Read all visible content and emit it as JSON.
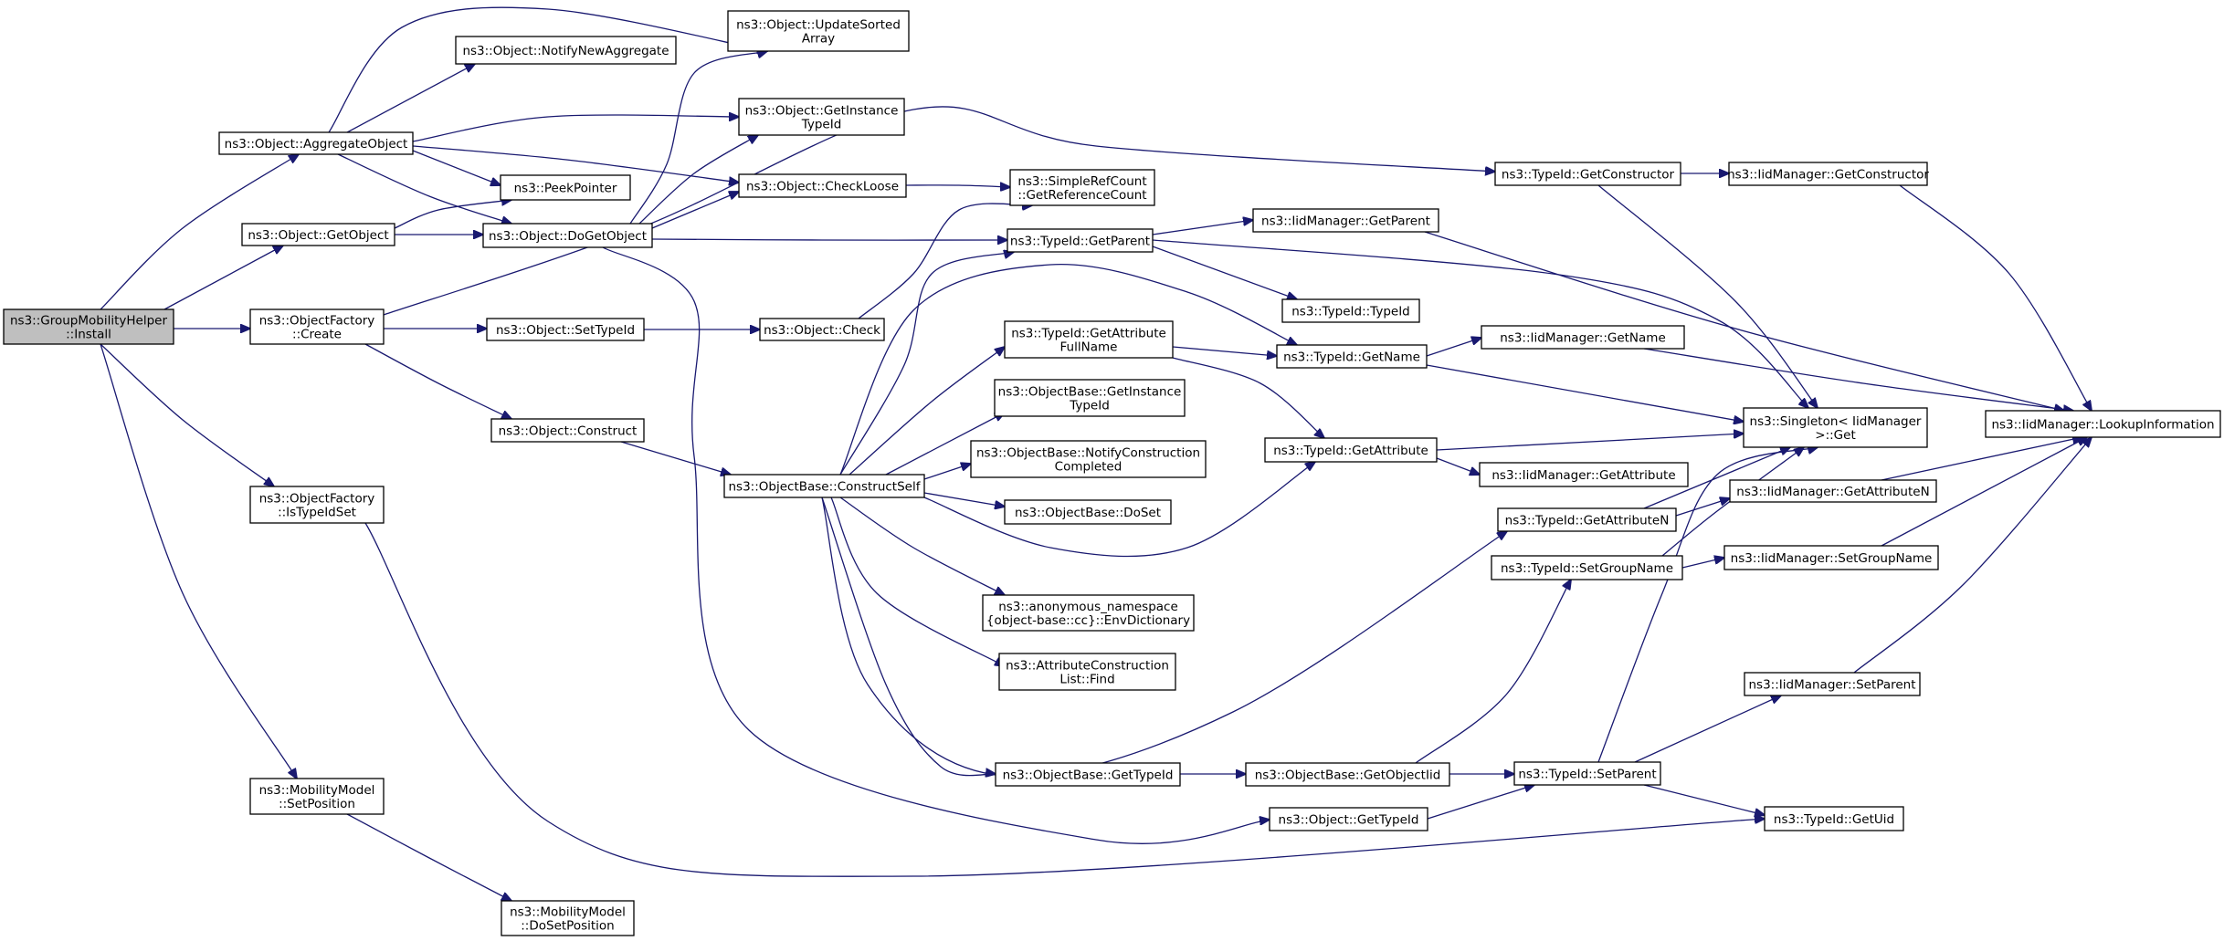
{
  "nodes": [
    {
      "id": "gmh_install",
      "lines": [
        "ns3::GroupMobilityHelper",
        "::Install"
      ],
      "root": true
    },
    {
      "id": "obj_aggregate",
      "lines": [
        "ns3::Object::AggregateObject"
      ]
    },
    {
      "id": "obj_getobject",
      "lines": [
        "ns3::Object::GetObject"
      ]
    },
    {
      "id": "of_create",
      "lines": [
        "ns3::ObjectFactory",
        "::Create"
      ]
    },
    {
      "id": "of_istypeidset",
      "lines": [
        "ns3::ObjectFactory",
        "::IsTypeIdSet"
      ]
    },
    {
      "id": "mm_setposition",
      "lines": [
        "ns3::MobilityModel",
        "::SetPosition"
      ]
    },
    {
      "id": "obj_updatesorted",
      "lines": [
        "ns3::Object::UpdateSorted",
        "Array"
      ]
    },
    {
      "id": "obj_notifynewagg",
      "lines": [
        "ns3::Object::NotifyNewAggregate"
      ]
    },
    {
      "id": "obj_getinstancetypeid",
      "lines": [
        "ns3::Object::GetInstance",
        "TypeId"
      ]
    },
    {
      "id": "obj_checkloose",
      "lines": [
        "ns3::Object::CheckLoose"
      ]
    },
    {
      "id": "peekpointer",
      "lines": [
        "ns3::PeekPointer"
      ]
    },
    {
      "id": "obj_dogetobject",
      "lines": [
        "ns3::Object::DoGetObject"
      ]
    },
    {
      "id": "obj_settypeid",
      "lines": [
        "ns3::Object::SetTypeId"
      ]
    },
    {
      "id": "obj_construct",
      "lines": [
        "ns3::Object::Construct"
      ]
    },
    {
      "id": "mm_dosetposition",
      "lines": [
        "ns3::MobilityModel",
        "::DoSetPosition"
      ]
    },
    {
      "id": "obj_check",
      "lines": [
        "ns3::Object::Check"
      ]
    },
    {
      "id": "ob_constructself",
      "lines": [
        "ns3::ObjectBase::ConstructSelf"
      ]
    },
    {
      "id": "srf_getrefcount",
      "lines": [
        "ns3::SimpleRefCount",
        "::GetReferenceCount"
      ]
    },
    {
      "id": "tid_getparent",
      "lines": [
        "ns3::TypeId::GetParent"
      ]
    },
    {
      "id": "tid_getattrfullname",
      "lines": [
        "ns3::TypeId::GetAttribute",
        "FullName"
      ]
    },
    {
      "id": "ob_getinstancetypeid",
      "lines": [
        "ns3::ObjectBase::GetInstance",
        "TypeId"
      ]
    },
    {
      "id": "ob_notifyconstruction",
      "lines": [
        "ns3::ObjectBase::NotifyConstruction",
        "Completed"
      ]
    },
    {
      "id": "ob_doset",
      "lines": [
        "ns3::ObjectBase::DoSet"
      ]
    },
    {
      "id": "anon_envdict",
      "lines": [
        "ns3::anonymous_namespace",
        "{object-base::cc}::EnvDictionary"
      ]
    },
    {
      "id": "acl_find",
      "lines": [
        "ns3::AttributeConstruction",
        "List::Find"
      ]
    },
    {
      "id": "ob_gettypeid",
      "lines": [
        "ns3::ObjectBase::GetTypeId"
      ]
    },
    {
      "id": "obj_gettypeid",
      "lines": [
        "ns3::Object::GetTypeId"
      ]
    },
    {
      "id": "ob_getobjectiid",
      "lines": [
        "ns3::ObjectBase::GetObjectIid"
      ]
    },
    {
      "id": "tid_getconstructor",
      "lines": [
        "ns3::TypeId::GetConstructor"
      ]
    },
    {
      "id": "iid_getparent",
      "lines": [
        "ns3::IidManager::GetParent"
      ]
    },
    {
      "id": "tid_typeid",
      "lines": [
        "ns3::TypeId::TypeId"
      ]
    },
    {
      "id": "tid_getname",
      "lines": [
        "ns3::TypeId::GetName"
      ]
    },
    {
      "id": "tid_getattribute",
      "lines": [
        "ns3::TypeId::GetAttribute"
      ]
    },
    {
      "id": "tid_getattributen",
      "lines": [
        "ns3::TypeId::GetAttributeN"
      ]
    },
    {
      "id": "tid_setgroupname",
      "lines": [
        "ns3::TypeId::SetGroupName"
      ]
    },
    {
      "id": "tid_setparent",
      "lines": [
        "ns3::TypeId::SetParent"
      ]
    },
    {
      "id": "iid_getconstructor",
      "lines": [
        "ns3::IidManager::GetConstructor"
      ]
    },
    {
      "id": "iid_getname",
      "lines": [
        "ns3::IidManager::GetName"
      ]
    },
    {
      "id": "singleton_get",
      "lines": [
        "ns3::Singleton< IidManager",
        " >::Get"
      ]
    },
    {
      "id": "iid_getattribute",
      "lines": [
        "ns3::IidManager::GetAttribute"
      ]
    },
    {
      "id": "iid_getattributen",
      "lines": [
        "ns3::IidManager::GetAttributeN"
      ]
    },
    {
      "id": "iid_setgroupname",
      "lines": [
        "ns3::IidManager::SetGroupName"
      ]
    },
    {
      "id": "iid_setparent",
      "lines": [
        "ns3::IidManager::SetParent"
      ]
    },
    {
      "id": "tid_getuid",
      "lines": [
        "ns3::TypeId::GetUid"
      ]
    },
    {
      "id": "iid_lookupinfo",
      "lines": [
        "ns3::IidManager::LookupInformation"
      ]
    }
  ],
  "edges": [
    [
      "gmh_install",
      "obj_aggregate"
    ],
    [
      "gmh_install",
      "obj_getobject"
    ],
    [
      "gmh_install",
      "of_create"
    ],
    [
      "gmh_install",
      "of_istypeidset"
    ],
    [
      "gmh_install",
      "mm_setposition"
    ],
    [
      "obj_aggregate",
      "obj_updatesorted"
    ],
    [
      "obj_aggregate",
      "obj_notifynewagg"
    ],
    [
      "obj_aggregate",
      "obj_getinstancetypeid"
    ],
    [
      "obj_aggregate",
      "obj_checkloose"
    ],
    [
      "obj_aggregate",
      "peekpointer"
    ],
    [
      "obj_aggregate",
      "obj_dogetobject"
    ],
    [
      "obj_getobject",
      "peekpointer"
    ],
    [
      "obj_getobject",
      "obj_dogetobject"
    ],
    [
      "obj_dogetobject",
      "obj_updatesorted"
    ],
    [
      "obj_dogetobject",
      "obj_getinstancetypeid"
    ],
    [
      "obj_dogetobject",
      "obj_checkloose"
    ],
    [
      "obj_dogetobject",
      "tid_getparent"
    ],
    [
      "obj_dogetobject",
      "obj_gettypeid"
    ],
    [
      "obj_checkloose",
      "srf_getrefcount"
    ],
    [
      "of_create",
      "tid_getconstructor"
    ],
    [
      "of_create",
      "obj_settypeid"
    ],
    [
      "of_create",
      "obj_construct"
    ],
    [
      "obj_settypeid",
      "obj_check"
    ],
    [
      "obj_check",
      "srf_getrefcount"
    ],
    [
      "obj_construct",
      "ob_constructself"
    ],
    [
      "of_istypeidset",
      "tid_getuid"
    ],
    [
      "mm_setposition",
      "mm_dosetposition"
    ],
    [
      "ob_constructself",
      "tid_getparent"
    ],
    [
      "ob_constructself",
      "tid_getname"
    ],
    [
      "ob_constructself",
      "tid_getattrfullname"
    ],
    [
      "ob_constructself",
      "ob_getinstancetypeid"
    ],
    [
      "ob_constructself",
      "ob_notifyconstruction"
    ],
    [
      "ob_constructself",
      "ob_doset"
    ],
    [
      "ob_constructself",
      "tid_getattribute"
    ],
    [
      "ob_constructself",
      "anon_envdict"
    ],
    [
      "ob_constructself",
      "acl_find"
    ],
    [
      "ob_constructself",
      "tid_getattributen"
    ],
    [
      "ob_constructself",
      "ob_gettypeid"
    ],
    [
      "ob_gettypeid",
      "ob_getobjectiid"
    ],
    [
      "ob_getobjectiid",
      "tid_setgroupname"
    ],
    [
      "ob_getobjectiid",
      "tid_setparent"
    ],
    [
      "obj_gettypeid",
      "tid_setparent"
    ],
    [
      "tid_getattrfullname",
      "tid_getname"
    ],
    [
      "tid_getattrfullname",
      "tid_getattribute"
    ],
    [
      "tid_getconstructor",
      "iid_getconstructor"
    ],
    [
      "tid_getconstructor",
      "singleton_get"
    ],
    [
      "tid_getparent",
      "iid_getparent"
    ],
    [
      "tid_getparent",
      "tid_typeid"
    ],
    [
      "tid_getparent",
      "singleton_get"
    ],
    [
      "tid_getname",
      "iid_getname"
    ],
    [
      "tid_getname",
      "singleton_get"
    ],
    [
      "tid_getattribute",
      "singleton_get"
    ],
    [
      "tid_getattribute",
      "iid_getattribute"
    ],
    [
      "tid_getattributen",
      "singleton_get"
    ],
    [
      "tid_getattributen",
      "iid_getattributen"
    ],
    [
      "tid_setgroupname",
      "singleton_get"
    ],
    [
      "tid_setgroupname",
      "iid_setgroupname"
    ],
    [
      "tid_setparent",
      "singleton_get"
    ],
    [
      "tid_setparent",
      "iid_setparent"
    ],
    [
      "tid_setparent",
      "tid_getuid"
    ],
    [
      "iid_getconstructor",
      "iid_lookupinfo"
    ],
    [
      "iid_getparent",
      "iid_lookupinfo"
    ],
    [
      "iid_getname",
      "iid_lookupinfo"
    ],
    [
      "iid_getattributen",
      "iid_lookupinfo"
    ],
    [
      "iid_setgroupname",
      "iid_lookupinfo"
    ],
    [
      "iid_setparent",
      "iid_lookupinfo"
    ]
  ]
}
